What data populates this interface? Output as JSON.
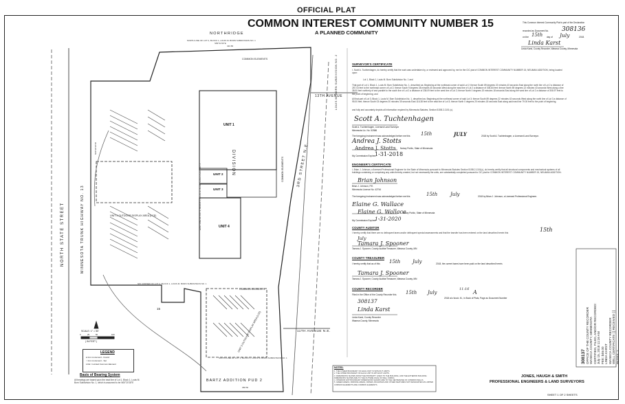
{
  "header": {
    "official_plat": "OFFICIAL PLAT",
    "title": "COMMON INTEREST COMMUNITY NUMBER 15",
    "subtitle": "A PLANNED COMMUNITY"
  },
  "recording_top": {
    "line1": "This Common Interest Community Plat is part of the Declaration",
    "doc_prefix": "recorded as Document No.",
    "doc_no": "308136",
    "on_the": "on the",
    "day_num": "15th",
    "day_of": "day of",
    "month": "July",
    "year": "2018.",
    "signature": "Linda Karst",
    "recorder_caption": "Linda Karst, County Recorder, Waseca County, Minnesota"
  },
  "plan": {
    "street_north": "NORTHRIDGE",
    "street_west": "NORTH STATE STREET",
    "highway": "MINNESOTA TRUNK HIGHWAY NO. 13",
    "street_east": "3RD STREET N.E.",
    "avenue_13": "13TH AVENUE",
    "avenue_11": "11TH AVENUE N.E.",
    "addition_bottom": "BARTZ ADDITION PUD 2",
    "addition_right": "LOUIS M. BORN SUBDIVISION NO. 2",
    "division_word": "DIVISION",
    "units": [
      "UNIT 1",
      "UNIT 2",
      "UNIT 3",
      "UNIT 4"
    ],
    "common_elements": "COMMON ELEMENTS",
    "outdoor_display_3": "UNIT 3 OUTDOOR DISPLAY AREA (LCE)",
    "outdoor_display_4": "UNIT 4 OUTDOOR DISPLAY AREA (LCE)",
    "north_line_lot2": "NORTH LINE OF LOT 2, BLOCK 1, LOUIS M. BORN SUBDIVISION NO. 1",
    "nw_corner": "NW CORNER OF LOT 2, BLOCK 1, LOUIS M. BORN SUBDIVISION NO. 1",
    "south_line_lot1": "SOUTH LINE OF LOT 1, BLOCK 1, LOUIS M. BORN SUBDIVISION NO. 1",
    "east_line": "EAST LINE OF LOT 1, BLOCK 1, LOUIS M. BORN SUBDIVISION NO. 1",
    "bearing_north": "S89°22'20\"E",
    "bearing_west": "N00°20'18\"W",
    "dim_top": "422.80",
    "dim_bottom": "358.56",
    "label_15": "15"
  },
  "scale": {
    "label": "SCALE: 1\" = 50'",
    "in_feet": "( IN FEET )",
    "ticks": [
      "0",
      "25",
      "50",
      "100"
    ]
  },
  "legend": {
    "title": "LEGEND",
    "items": [
      "● Iron monument - Found",
      "○ Iron monument - Set",
      "LCE = Limited Common Element"
    ]
  },
  "bearing": {
    "title": "Basis of Bearing System",
    "text": "All bearings are based upon the east line of Lot 1, Block 1, Louis M. Born Subdivision No. 1, which is assumed to be N00°20'18\"E"
  },
  "surveyor": {
    "heading": "SURVEYOR'S CERTIFICATE",
    "para1": "I, Scott A. Tuchtenhagen, do hereby certify that the work was undertaken by, or reviewed and approved by, me for the CIC plat of COMMON INTEREST COMMUNITY NUMBER 15, NEUMAN ADDITION, being located upon:",
    "para2": "Lot 1, Block 1, Louis M. Born Subdivision No. 1 and",
    "para3": "That part of Lot 1, Block 1, Louis M. Born Subdivision No. 1, described as: Beginning at the northeast corner of said Lot 2; thence South 89 degrees 22 minutes 43 seconds East along the north line of Lot 2 a distance of 287.03 feet to the northeast corner of Lot 2; thence South 9 degrees 38 minutes 45 seconds West along the east line of Lot 2 a distance of 306.84 feet; thence North 89 degrees 22 minutes 43 seconds West along a line 38.00 feet northerly of and parallel to the south line of Lot 2 a distance of 238.09 feet to the west line of Lot 2; thence North 0 degrees 20 minutes 18 seconds East along the west line of Lot 2 a distance of 308.97 feet to the point of beginning; and",
    "para4": "All that part of Lot 3, Block 1, Louis M. Born Subdivision No. 1, described as: Beginning at the northeast corner of said Lot 3; thence South 89 degrees 22 minutes 43 seconds West along the north line of Lot 3 a distance of 95.00 feet; thence South 03 degrees 00 minutes 35 seconds East 116.38 feet to the east line of Lot 3; thence North 0 degrees 20 minutes 18 seconds East along said east line 79.00 feet to the point of beginning.",
    "para5": "and fully and accurately depicts all information required by Minnesota Statutes, Section 515B.2-1101 (c).",
    "signature": "Scott A. Tuchtenhagen",
    "name": "Scott A. Tuchtenhagen, Licensed Land Surveyor",
    "license": "Minnesota Lic. No. 52586",
    "ack_prefix": "The foregoing Instrument was acknowledged before me this",
    "ack_day": "15th",
    "ack_month": "JULY",
    "ack_suffix": "2018 by Scott A. Tuchtenhagen, a Licensed Land Surveyor.",
    "notary_signature": "Andrea J. Stotts",
    "notary_print": "Andrea J. Stotts",
    "notary_caption": "Notary Public, State of Minnesota",
    "expires_label": "My Commission Expires",
    "expires": "1-31-2018"
  },
  "engineer": {
    "heading": "ENGINEER'S CERTIFICATE",
    "para": "I, Brian J. Johnson, a licensed Professional Engineer for the State of Minnesota pursuant to Minnesota Statutes Section 515B.2-1101(c), do hereby certify that all structural components and mechanical systems of all buildings containing or comprising any units thereby created, but not necessarily the units, are substantially completed pursuant to CIC plat for COMMON INTEREST COMMUNITY NUMBER 15, NEUMAN ADDITION.",
    "signature": "Brian Johnson",
    "name": "Brian J. Johnson, P.E.",
    "license": "Minnesota License No. 42744",
    "ack_prefix": "The foregoing Instrument was acknowledged before me this",
    "ack_day": "15th",
    "ack_month": "July",
    "ack_suffix": "2018 by Brian J. Johnson, a Licensed Professional Engineer.",
    "notary_signature": "Elaine G. Wallace",
    "notary_print": "Elaine G. Wallace",
    "notary_caption": "Notary Public, State of Minnesota",
    "expires_label": "My Commission Expires",
    "expires": "1-31-2020"
  },
  "auditor": {
    "heading": "COUNTY AUDITOR",
    "para": "I hereby certify that there are no delinquent taxes and/or delinquent special assessments and that the transfer has been entered on the land described herein this",
    "day": "15th",
    "date_line": "July",
    "signature": "Tamara J. Spooner",
    "caption": "Tamara J. Spooner, County Auditor/Treasurer, Waseca County, MN"
  },
  "treasurer": {
    "heading": "COUNTY TREASURER",
    "para_prefix": "I hereby certify that as of this",
    "day": "15th",
    "month": "July",
    "para_suffix": "2018, the current taxes have been paid on the land described herein.",
    "signature": "Tamara J. Spooner",
    "caption": "Tamara J. Spooner, County Auditor/Treasurer, Waseca County, MN"
  },
  "recorder": {
    "heading": "COUNTY RECORDER",
    "para_prefix": "Filed in the Office of the County Recorder this",
    "day": "15th",
    "month": "July",
    "time": "11:16",
    "am": "A",
    "para_suffix": "2018 at o'clock .M., in Book of Plats, Page as Document Number",
    "doc_no": "308137",
    "signature": "Linda Karst",
    "caption1": "Linda Karst, County Recorder",
    "caption2": "Waseca County, Minnesota"
  },
  "stamp": {
    "lines": [
      "308137",
      "OFFICE OF THE COUNTY RECORDER",
      "WASECA COUNTY, MINNESOTA",
      "CERTIFIED, FILED, AND/OR RECORDED:",
      "July 15, 2018 11:16 AM",
      "FEE: $46.00",
      "LINDA KARST",
      "WASECA COUNTY RECORDER",
      "WELL CERTIFICATE [ ] RECEIVED [ ]",
      "PAGES: 2"
    ]
  },
  "notes": {
    "title": "NOTES:",
    "items": [
      "1. THE LOWER BOUNDARY OF EACH UNIT IS WITHOUT LIMITS.",
      "2. THE UPPER BOUNDARY OF EACH UNIT IS WITHOUT LIMITS.",
      "3. DIMENSIONS SHOWN FROM THE PROPERTY LINES TO THE BUILDING, AND THE EXTERIOR BUILDING DIMENSIONS SHOWN ARE TO THE OUTSIDE FACE OF WALL SIDING.",
      "4. INTERIOR UNIT BOUNDARY DIMENSIONS SHOWN ARE TO THE CENTERLINE OF COMMON WALLS.",
      "5. GREEN AREAS, PARKING AREAS, DRIVES, BUILDINGS AND OTHER FEATURES NOT DESIGNATED AS LIMITED COMMON ELEMENTS ARE COMMON ELEMENTS."
    ]
  },
  "firm": {
    "line1": "JONES, HAUGH & SMITH",
    "line2": "PROFESSIONAL ENGINEERS & LAND SURVEYORS"
  },
  "sheet": "SHEET 1 OF 2 SHEETS"
}
